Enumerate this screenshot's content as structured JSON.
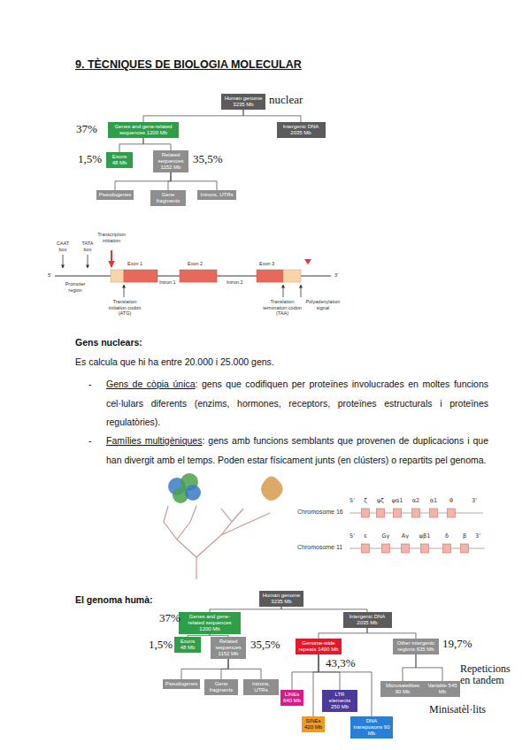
{
  "diagram": {
    "title": "9. TÈCNIQUES DE BIOLOGIA MOLECULAR",
    "nodes": [
      {
        "text": [
          "Human genome 3235 Mb"
        ]
      },
      {
        "text": [
          "Genes and gene-related sequences 1200 Mb"
        ]
      },
      {
        "text": [
          "Intergenic DNA 2035 Mb"
        ]
      },
      {
        "text": [
          "Exons 48 Mb"
        ]
      },
      {
        "text": [
          "Related sequences 1152 Mb"
        ]
      },
      {
        "text": [
          "Pseudogenes"
        ]
      },
      {
        "text": [
          "Gene fragments"
        ]
      },
      {
        "text": [
          "Introns, UTRs"
        ]
      },
      {
        "text": [
          "Human genome 3235 Mb"
        ]
      },
      {
        "text": [
          "Genes and gene-related sequences 1200 Mb"
        ]
      },
      {
        "text": [
          "Intergenic DNA 2035 Mb"
        ]
      },
      {
        "text": [
          "Exons 48 Mb"
        ]
      },
      {
        "text": [
          "Related sequences 1152 Mb"
        ]
      },
      {
        "text": [
          "Pseudogenes"
        ]
      },
      {
        "text": [
          "Gene fragments"
        ]
      },
      {
        "text": [
          "Introns, UTRs"
        ]
      },
      {
        "text": [
          "Genome-wide repeats 1400 Mb"
        ]
      },
      {
        "text": [
          "Other intergenic regions 635 Mb"
        ]
      },
      {
        "text": [
          "Microsatellites 90 Mb"
        ]
      },
      {
        "text": [
          "Variable 545 Mb"
        ]
      },
      {
        "text": [
          "LINEs 640 Mb"
        ]
      },
      {
        "text": [
          "LTR elements 250 Mb"
        ]
      },
      {
        "text": [
          "SINEs 420 Mb"
        ]
      },
      {
        "text": [
          "DNA transposons 90 Mb"
        ]
      }
    ],
    "edges": [
      {
        "from": 0,
        "to": 1,
        "arrow": "none"
      },
      {
        "from": 0,
        "to": 2,
        "arrow": "none"
      },
      {
        "from": 1,
        "to": 3,
        "arrow": "none"
      },
      {
        "from": 1,
        "to": 4,
        "arrow": "none"
      },
      {
        "from": 4,
        "to": 5,
        "arrow": "none"
      },
      {
        "from": 4,
        "to": 6,
        "arrow": "none"
      },
      {
        "from": 4,
        "to": 7,
        "arrow": "none"
      },
      {
        "from": 8,
        "to": 9,
        "arrow": "none"
      },
      {
        "from": 8,
        "to": 10,
        "arrow": "none"
      },
      {
        "from": 9,
        "to": 11,
        "arrow": "none"
      },
      {
        "from": 9,
        "to": 12,
        "arrow": "none"
      },
      {
        "from": 12,
        "to": 13,
        "arrow": "none"
      },
      {
        "from": 12,
        "to": 14,
        "arrow": "none"
      },
      {
        "from": 12,
        "to": 15,
        "arrow": "none"
      },
      {
        "from": 10,
        "to": 16,
        "arrow": "none"
      },
      {
        "from": 10,
        "to": 17,
        "arrow": "none"
      },
      {
        "from": 17,
        "to": 18,
        "arrow": "none"
      },
      {
        "from": 17,
        "to": 19,
        "arrow": "none"
      },
      {
        "from": 16,
        "to": 20,
        "arrow": "none"
      },
      {
        "from": 16,
        "to": 21,
        "arrow": "none"
      },
      {
        "from": 16,
        "to": 22,
        "arrow": "none"
      },
      {
        "from": 16,
        "to": 23,
        "arrow": "none"
      }
    ],
    "labels": [
      "nuclear",
      "37%",
      "1,5%",
      "35,5%",
      "CAAT box",
      "TATA box",
      "Transcription initiation",
      "5'",
      "Promoter region",
      "Exon 1",
      "Intron 1",
      "Exon 2",
      "Intron 2",
      "Exon 3",
      "3'",
      "Translation initiation codon (ATG)",
      "Translation termination codon (TAA)",
      "Polyadenylation signal",
      "Gens nuclears:",
      "Es calcula que hi ha entre 20.000 i 25.000 gens.",
      "-",
      "Gens de còpia única",
      ": gens que codifiquen per proteïnes involucrades en moltes funcions cel·lulars diferents (enzims, hormones, receptors, proteïnes estructurals i proteïnes regulatòries).",
      "-",
      "Famílies multigèniques",
      ": gens amb funcions semblants que provenen de duplicacions i que han divergit amb el temps. Poden estar físicament junts (en clústers) o repartits pel genoma.",
      "Chromosome 16",
      "5'",
      "ζ",
      "ψζ",
      "ψα1",
      "α2",
      "α1",
      "θ",
      "3'",
      "Chromosome 11",
      "5'",
      "ε",
      "Gγ",
      "Aγ",
      "ψβ1",
      "δ",
      "β",
      "3'",
      "El genoma humà:",
      "37%",
      "1,5%",
      "35,5%",
      "43,3%",
      "19,7%",
      "Repeticions en tandem",
      "Minisatèl·lits"
    ]
  }
}
